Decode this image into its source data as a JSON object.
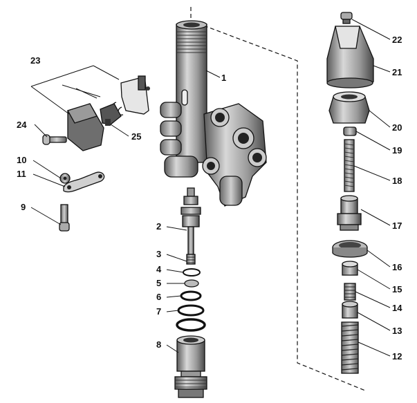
{
  "callouts": {
    "p1": "1",
    "p2": "2",
    "p3": "3",
    "p4": "4",
    "p5": "5",
    "p6": "6",
    "p7": "7",
    "p8": "8",
    "p9": "9",
    "p10": "10",
    "p11": "11",
    "p12": "12",
    "p13": "13",
    "p14": "14",
    "p15": "15",
    "p16": "16",
    "p17": "17",
    "p18": "18",
    "p19": "19",
    "p20": "20",
    "p21": "21",
    "p22": "22",
    "p23": "23",
    "p24": "24",
    "p25": "25"
  }
}
